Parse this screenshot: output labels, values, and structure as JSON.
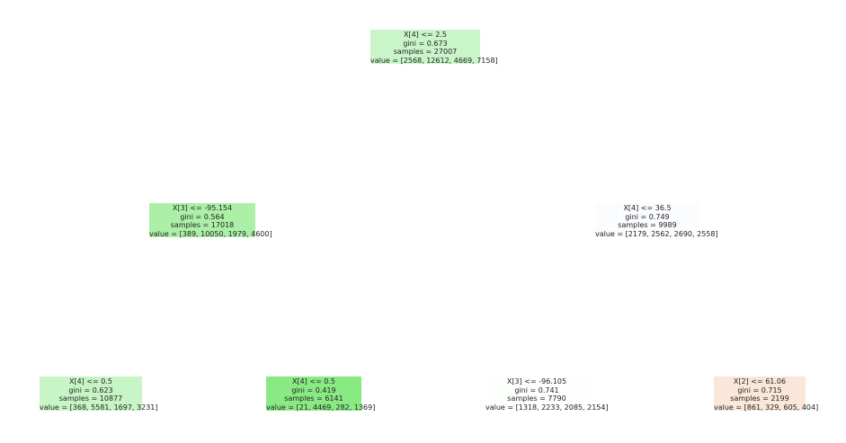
{
  "tree": {
    "nodes": [
      {
        "id": "n0",
        "color": "#c9f5c8",
        "lines": [
          "X[4] <= 2.5",
          "gini = 0.673",
          "samples = 27007",
          "value = [2568, 12612, 4669, 7158]"
        ]
      },
      {
        "id": "n1",
        "color": "#acf0a8",
        "lines": [
          "X[3] <= -95.154",
          "gini = 0.564",
          "samples = 17018",
          "value = [389, 10050, 1979, 4600]"
        ]
      },
      {
        "id": "n2",
        "color": "#fbfcfe",
        "lines": [
          "X[4] <= 36.5",
          "gini = 0.749",
          "samples = 9989",
          "value = [2179, 2562, 2690, 2558]"
        ]
      },
      {
        "id": "n3",
        "color": "#c8f5c6",
        "lines": [
          "X[4] <= 0.5",
          "gini = 0.623",
          "samples = 10877",
          "value = [368, 5581, 1697, 3231]"
        ]
      },
      {
        "id": "n4",
        "color": "#89ea84",
        "lines": [
          "X[4] <= 0.5",
          "gini = 0.419",
          "samples = 6141",
          "value = [21, 4469, 282, 1369]"
        ]
      },
      {
        "id": "n5",
        "color": "#fdfffd",
        "lines": [
          "X[3] <= -96.105",
          "gini = 0.741",
          "samples = 7790",
          "value = [1318, 2233, 2085, 2154]"
        ]
      },
      {
        "id": "n6",
        "color": "#fbe7d9",
        "lines": [
          "X[2] <= 61.06",
          "gini = 0.715",
          "samples = 2199",
          "value = [861, 329, 605, 404]"
        ]
      }
    ]
  }
}
